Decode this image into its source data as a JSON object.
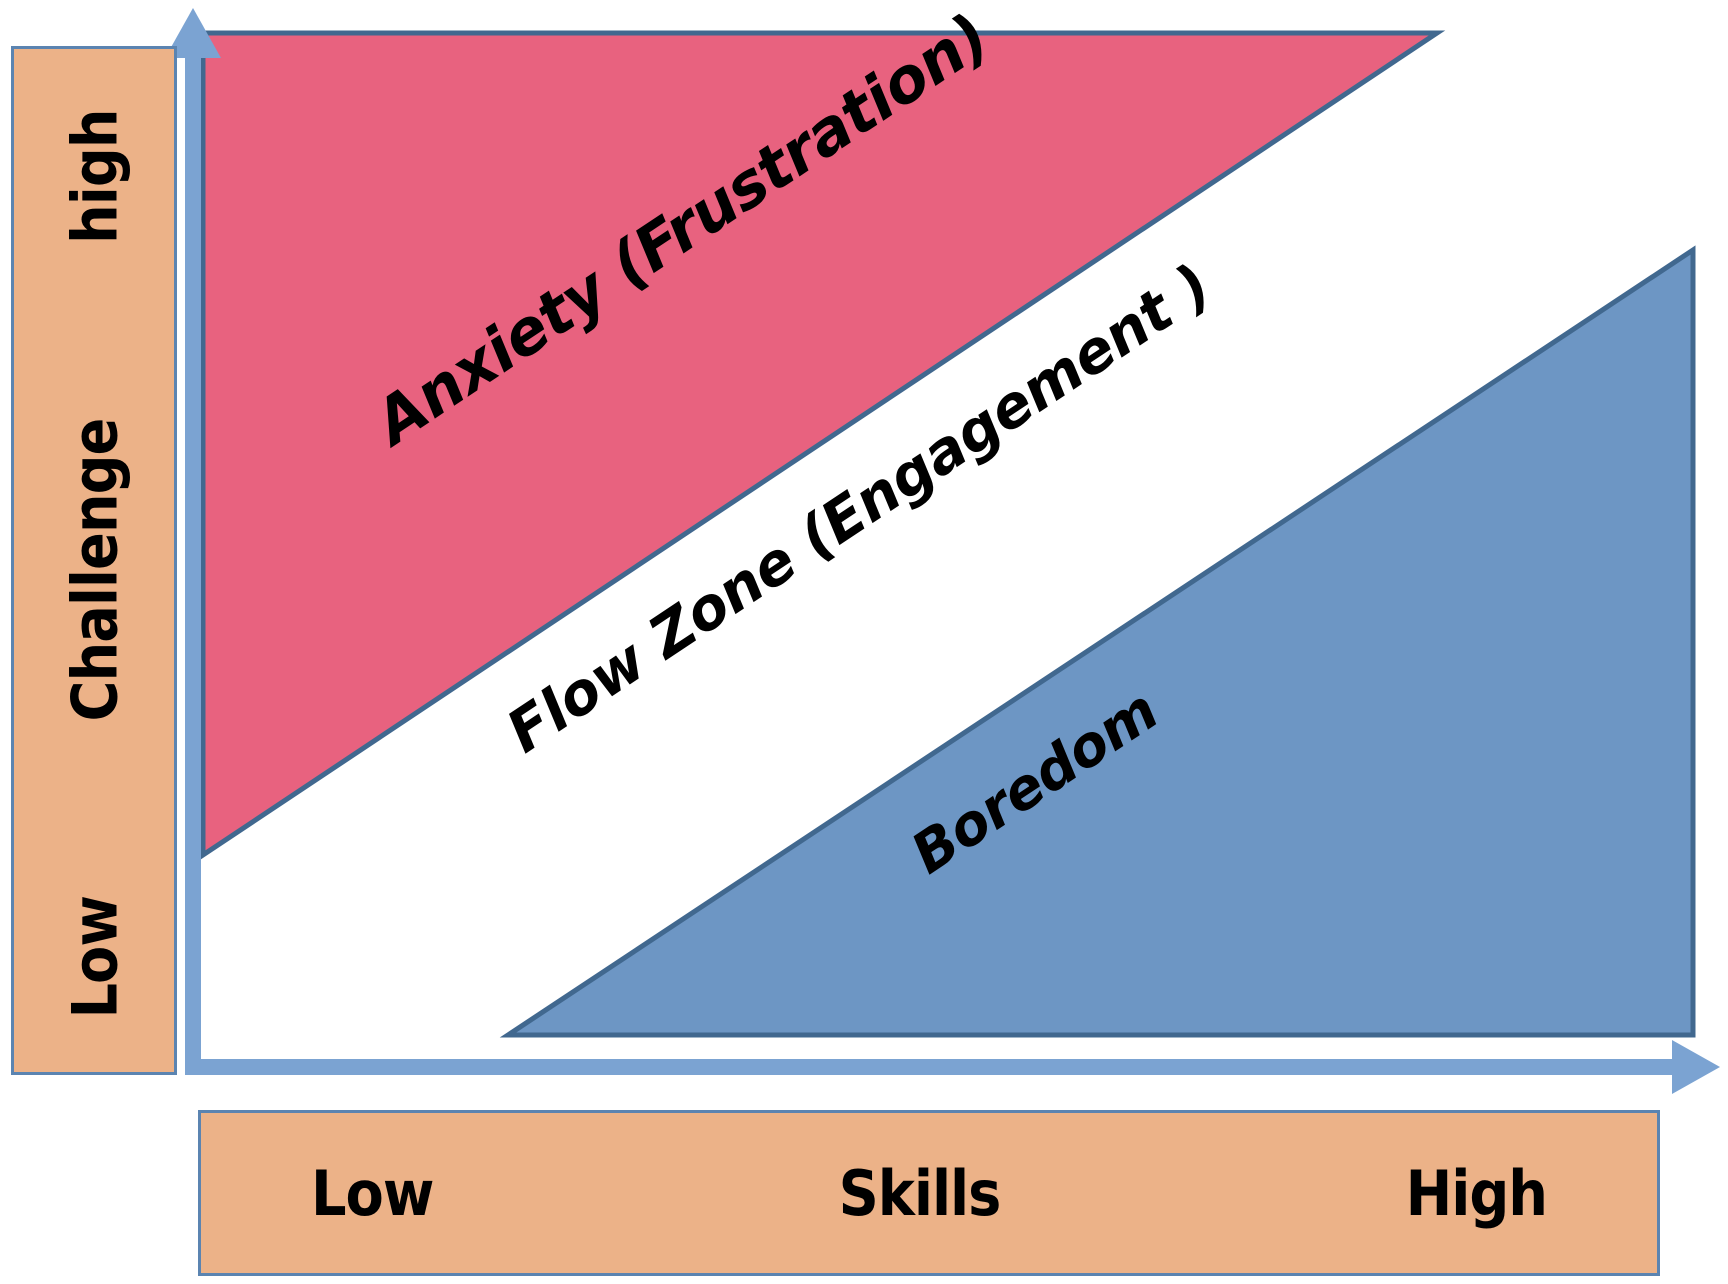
{
  "diagram": {
    "type": "flow-channel-model",
    "zones": [
      {
        "id": "anxiety",
        "label": "Anxiety (Frustration)",
        "fill": "#E8627F",
        "stroke": "#41688F",
        "region": "above-flow-channel",
        "rotation_deg": -33.6
      },
      {
        "id": "flow",
        "label": "Flow Zone (Engagement )",
        "fill": "#FFFFFF",
        "stroke": "none",
        "region": "diagonal-channel",
        "rotation_deg": -33.6
      },
      {
        "id": "boredom",
        "label": "Boredom",
        "fill": "#6D96C4",
        "stroke": "#41688F",
        "region": "below-flow-channel",
        "rotation_deg": -33.6
      }
    ],
    "y_axis": {
      "title": "Challenge",
      "low_label": "Low",
      "high_label": "high",
      "bar_fill": "#ECB288",
      "bar_stroke": "#5B84B1",
      "arrow_color": "#7BA3D2",
      "direction": "up"
    },
    "x_axis": {
      "title": "Skills",
      "low_label": "Low",
      "high_label": "High",
      "bar_fill": "#ECB288",
      "bar_stroke": "#5B84B1",
      "arrow_color": "#7BA3D2",
      "direction": "right"
    },
    "colors": {
      "anxiety_pink": "#E8627F",
      "boredom_blue": "#6D96C4",
      "caption_orange": "#ECB288",
      "axis_blue": "#7BA3D2",
      "outline_blue": "#41688F",
      "background": "#FFFFFF",
      "text": "#000000"
    }
  }
}
